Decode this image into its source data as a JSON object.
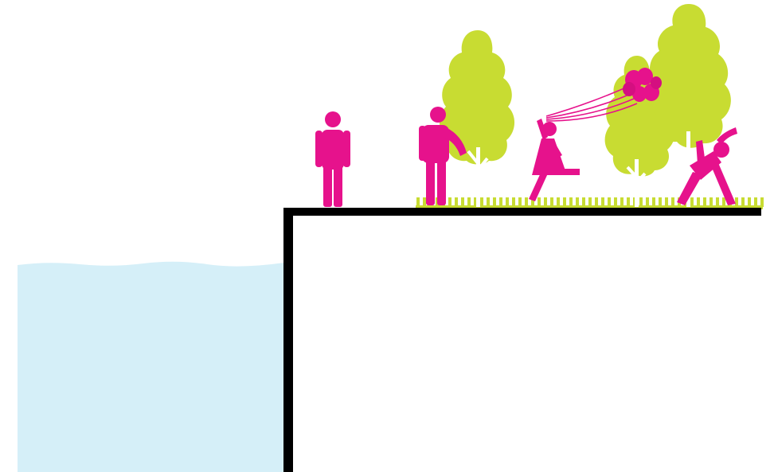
{
  "diagram": {
    "colors": {
      "background": "#ffffff",
      "water": "#d5eff8",
      "ground_line": "#000000",
      "grass": "#c8dc32",
      "tree": "#c8dc32",
      "tree_trunk": "#ffffff",
      "people": "#e6128c"
    },
    "elements": [
      "water-body",
      "quay-edge",
      "grass-strip",
      "tree-left",
      "tree-middle",
      "tree-right",
      "person-standing",
      "person-leaning",
      "girl-with-balloons",
      "balloon-cluster",
      "person-stretching"
    ]
  }
}
